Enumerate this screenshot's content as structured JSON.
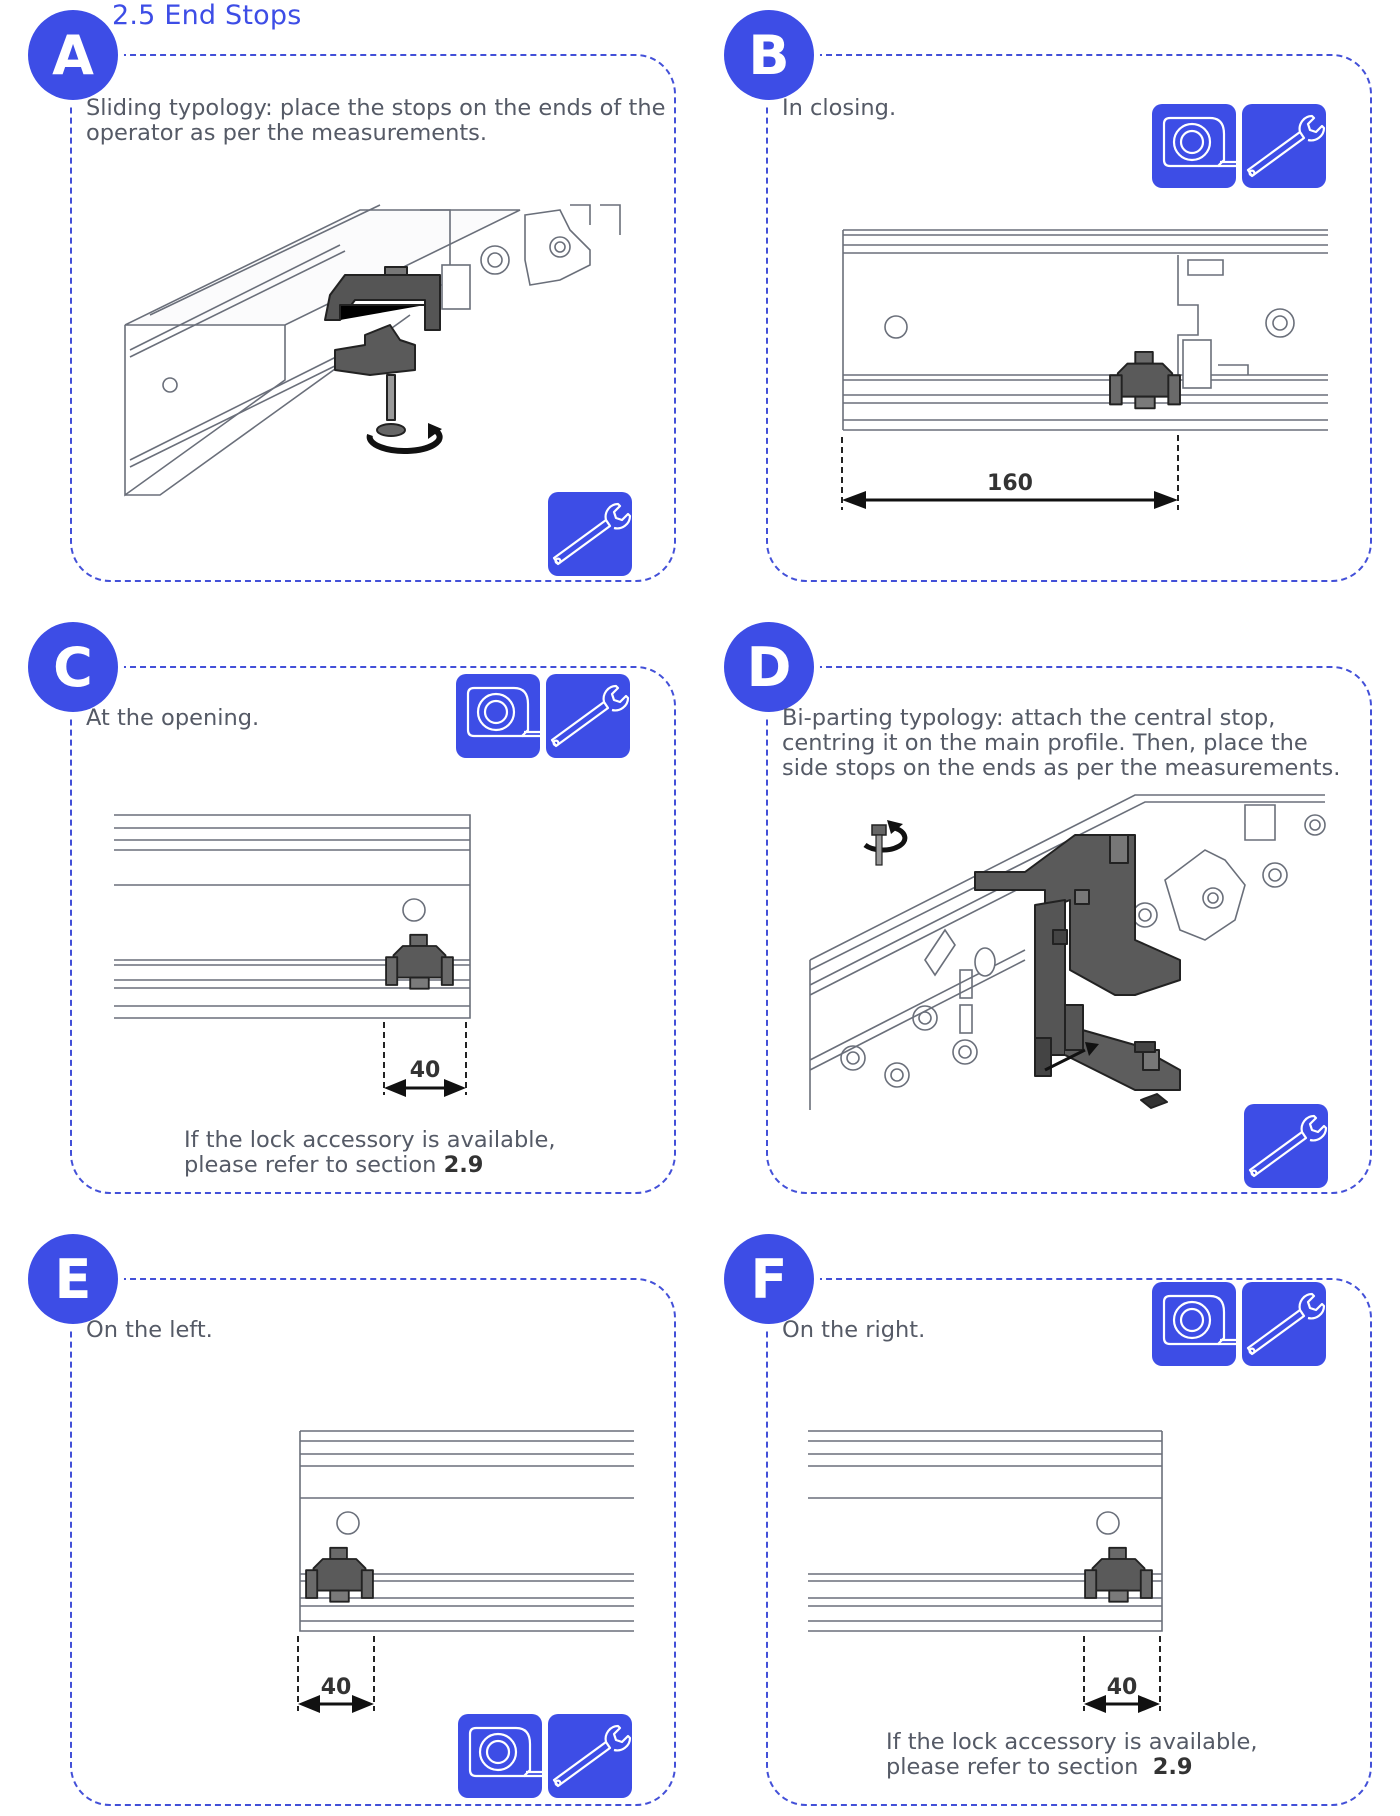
{
  "section_title": "2.5 End Stops",
  "accent_color": "#3d4de6",
  "panels": [
    {
      "letter": "A",
      "text": "Sliding typology: place the stops on the ends of the operator as per the measurements.",
      "tools": [
        "wrench-icon"
      ]
    },
    {
      "letter": "B",
      "text": "In closing.",
      "tools": [
        "tape-measure-icon",
        "wrench-icon"
      ],
      "dimension": "160"
    },
    {
      "letter": "C",
      "text": "At the opening.",
      "tools": [
        "tape-measure-icon",
        "wrench-icon"
      ],
      "dimension": "40",
      "note": "If the lock accessory is available,",
      "note2": "please refer to section",
      "note_ref": "2.9"
    },
    {
      "letter": "D",
      "text": "Bi-parting typology: attach the central stop, centring it on the main profile. Then, place the side stops on the ends as per the measurements.",
      "tools": [
        "wrench-icon"
      ]
    },
    {
      "letter": "E",
      "text": "On the left.",
      "tools": [
        "tape-measure-icon",
        "wrench-icon"
      ],
      "dimension": "40"
    },
    {
      "letter": "F",
      "text": "On the right.",
      "tools": [
        "tape-measure-icon",
        "wrench-icon"
      ],
      "dimension": "40",
      "note": "If the lock accessory is available,",
      "note2": "please refer to section",
      "note_ref": "2.9"
    }
  ]
}
